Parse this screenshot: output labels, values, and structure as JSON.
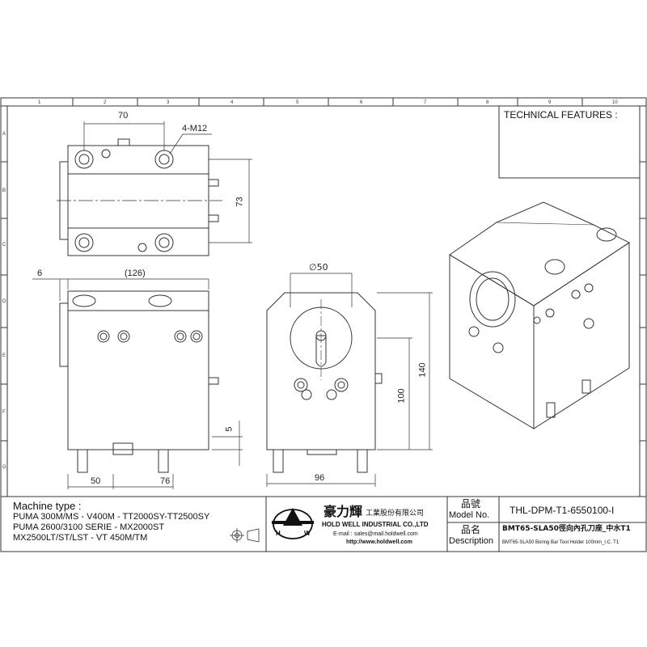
{
  "technical_features": {
    "title": "TECHNICAL FEATURES :"
  },
  "dimensions": {
    "top_spacing": "70",
    "tapped_holes": "4-M12",
    "top_height": "73",
    "side_offset": "6",
    "front_width": "(126)",
    "front_height_small": "5",
    "front_bottom_left": "50",
    "front_bottom_mid": "76",
    "bore_diameter": "∅50",
    "center_height": "100",
    "total_height": "140",
    "side_width": "96"
  },
  "zones": {
    "columns": [
      "1",
      "2",
      "3",
      "4",
      "5",
      "6",
      "7",
      "8",
      "9",
      "10"
    ],
    "rows": [
      "A",
      "B",
      "C",
      "D",
      "E",
      "F",
      "G"
    ]
  },
  "title_block": {
    "machine_type_heading": "Machine type :",
    "machine_lines": [
      "PUMA 300M/MS - V400M - TT2000SY-TT2500SY",
      "PUMA 2600/3100 SERIE - MX2000ST",
      "MX2500LT/ST/LST - VT 450M/TM"
    ],
    "company_cn": "豪力輝",
    "company_cn_suffix": "工業股份有限公司",
    "company_en": "HOLD WELL INDUSTRIAL CO.,LTD",
    "email_label": "E-mail :",
    "email": "sales@mail.holdwell.com",
    "website": "http://www.holdwell.com",
    "model_label_cn": "品號",
    "model_label_en": "Model No.",
    "model_no": "THL-DPM-T1-6550100-I",
    "desc_label_cn": "品名",
    "desc_label_en": "Description",
    "desc_main": "BMT65-SLA50徑向內孔刀座_中水T1",
    "desc_sub": "BMT65-SLA50 Boring Bar Tool Holder 100mm_I.C. T1"
  }
}
